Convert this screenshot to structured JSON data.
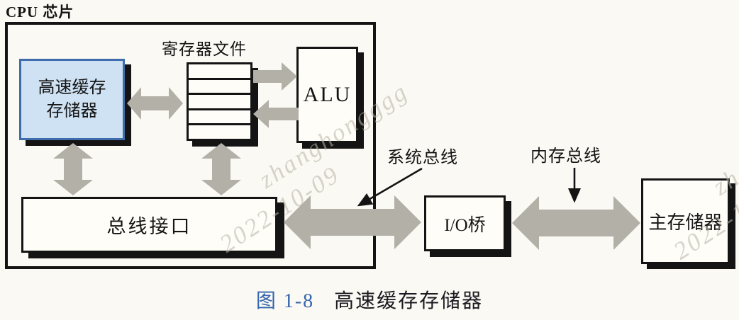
{
  "diagram": {
    "chip_label": "CPU 芯片",
    "cache": {
      "line1": "高速缓存",
      "line2": "存储器"
    },
    "register_file_label": "寄存器文件",
    "register_rows": 5,
    "alu_label": "ALU",
    "bus_interface_label": "总线接口",
    "system_bus_label": "系统总线",
    "io_bridge_label": "I/O桥",
    "memory_bus_label": "内存总线",
    "main_memory_label": "主存储器"
  },
  "caption": {
    "figure_no": "图 1-8",
    "title": "高速缓存存储器"
  },
  "watermark": {
    "line1": "zhanghongggg",
    "line2": "2022-10-09"
  },
  "colors": {
    "page_background": "#fbf9f3",
    "line_black": "#141414",
    "arrow_gray": "#b3b0a8",
    "cache_fill": "#cfe2f3",
    "cache_border": "#3e6cac",
    "caption_accent": "#3565ae",
    "watermark_gray": "#b8b2a4"
  }
}
